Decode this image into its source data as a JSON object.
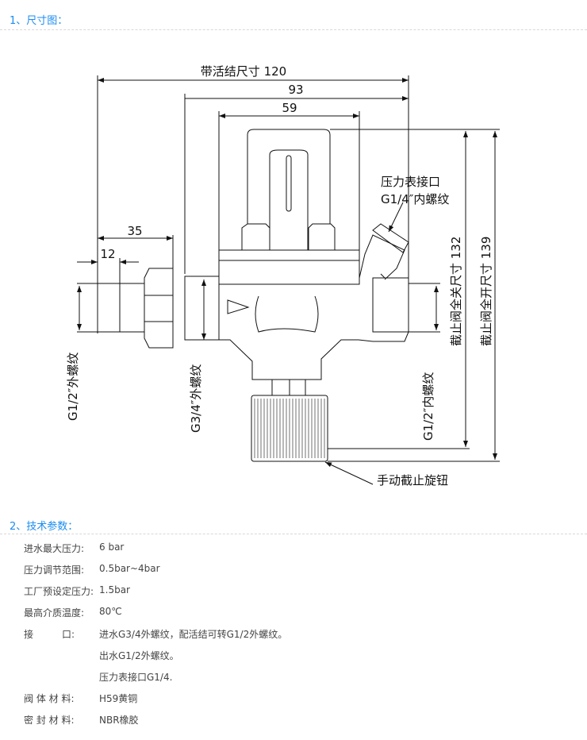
{
  "sections": {
    "dimension_title": "1、尺寸图：",
    "params_title": "2、技术参数："
  },
  "drawing": {
    "dim_union": "带活结尺寸 120",
    "dim_93": "93",
    "dim_59": "59",
    "dim_35": "35",
    "dim_12": "12",
    "gauge_port_line1": "压力表接口",
    "gauge_port_line2": "G1/4″内螺纹",
    "union_thread": "G1/2″外螺纹",
    "inlet_thread": "G3/4″外螺纹",
    "outlet_thread": "G1/2″内螺纹",
    "closed_height": "截止阀全关尺寸 132",
    "open_height": "截止阀全开尺寸 139",
    "knob_label": "手动截止旋钮"
  },
  "params": [
    {
      "label": "进水最大压力:",
      "value": "6 bar"
    },
    {
      "label": "压力调节范围:",
      "value": "0.5bar~4bar"
    },
    {
      "label": "工厂预设定压力:",
      "value": "1.5bar"
    },
    {
      "label": "最高介质温度:",
      "value": "80℃"
    },
    {
      "label": "接　　　口:",
      "value": "进水G3/4外螺纹，配活结可转G1/2外螺纹。"
    },
    {
      "label": "阀 体 材 料:",
      "value": "H59黄铜"
    },
    {
      "label": "密 封 材 料:",
      "value": "NBR橡胶"
    }
  ],
  "interface_extra": [
    "出水G1/2外螺纹。",
    "压力表接口G1/4."
  ]
}
